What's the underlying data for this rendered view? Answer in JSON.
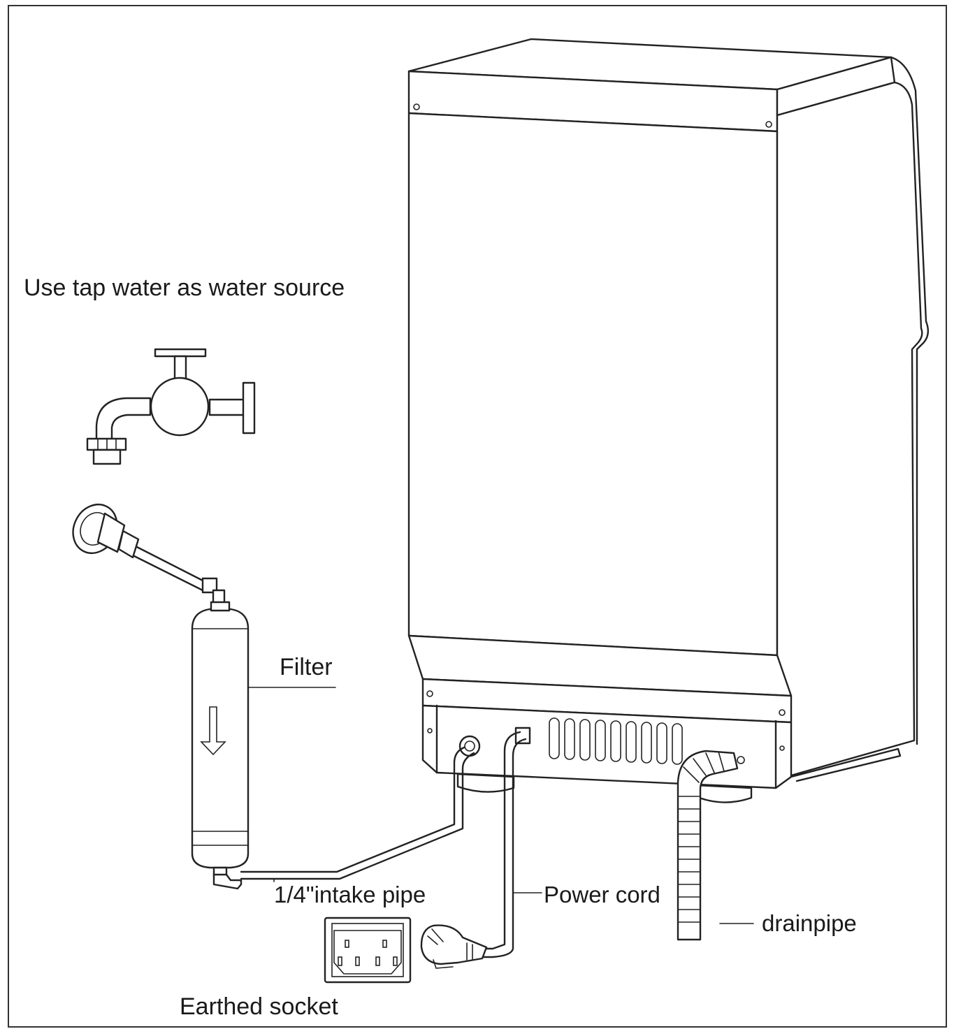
{
  "labels": {
    "water_source": "Use tap water as water source",
    "filter": "Filter",
    "intake_pipe": "1/4\"intake pipe",
    "power_cord": "Power cord",
    "drainpipe": "drainpipe",
    "earthed_socket": "Earthed socket"
  },
  "colors": {
    "line": "#222222",
    "background": "#ffffff"
  },
  "icons": [
    "tap-icon",
    "filter-cartridge-icon",
    "tap-adapter-icon",
    "earthed-socket-icon",
    "plug-icon",
    "ice-machine-icon",
    "drainpipe-icon"
  ]
}
